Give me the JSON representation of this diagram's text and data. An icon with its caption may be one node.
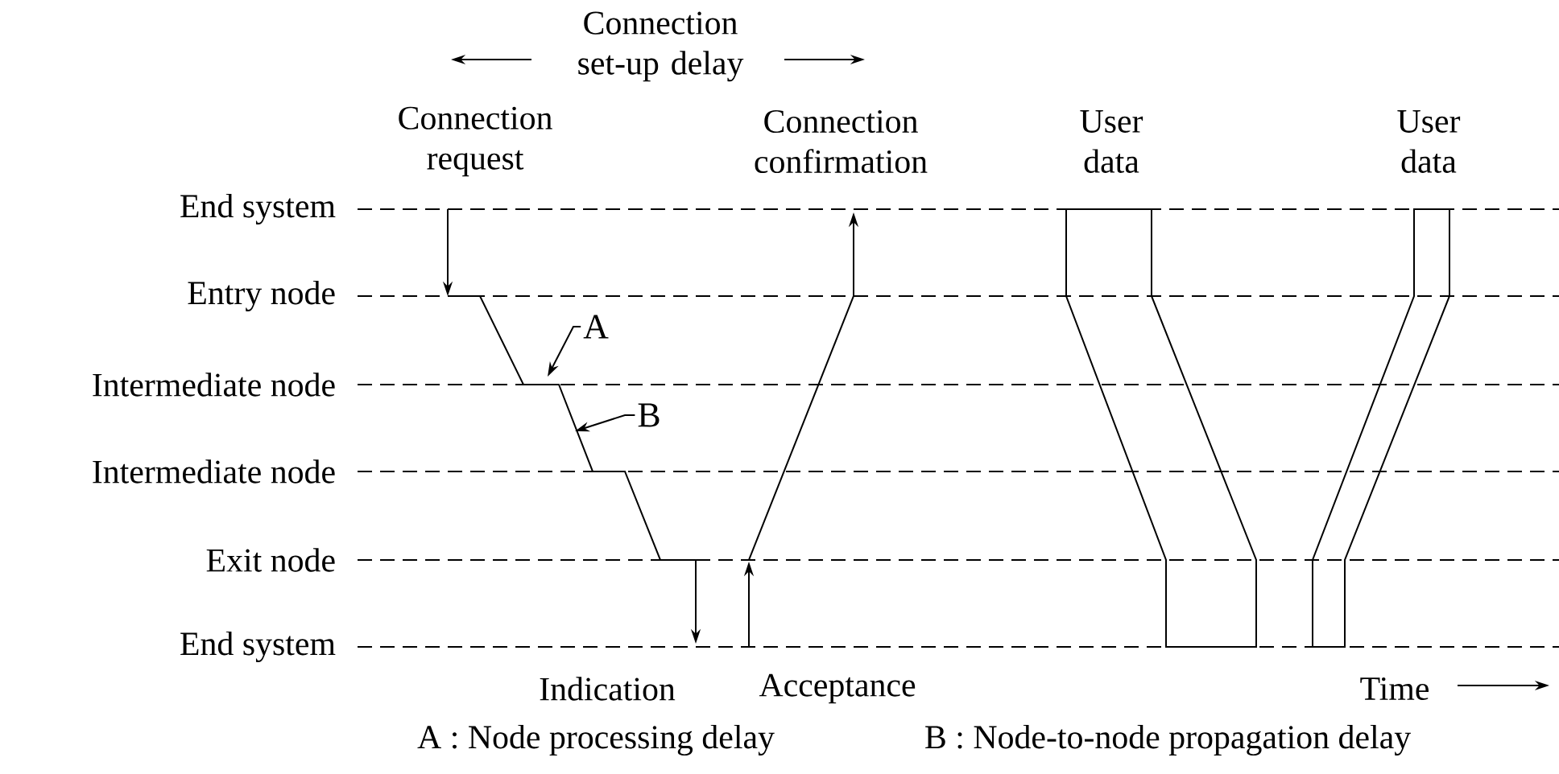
{
  "diagram": {
    "nodes": [
      {
        "text": [
          "A"
        ]
      },
      {
        "text": [
          "B"
        ]
      }
    ],
    "edges": [
      {
        "from": 0,
        "to": null,
        "arrow": "to"
      },
      {
        "from": 1,
        "to": null,
        "arrow": "to"
      }
    ],
    "labels": [
      "Connection set-up delay",
      "Connection request",
      "Connection confirmation",
      "User data",
      "User data",
      "End system",
      "Entry node",
      "Intermediate node",
      "Intermediate node",
      "Exit node",
      "End system",
      "Indication",
      "Acceptance",
      "Time",
      "A : Node processing delay",
      "B : Node-to-node propagation delay"
    ]
  }
}
